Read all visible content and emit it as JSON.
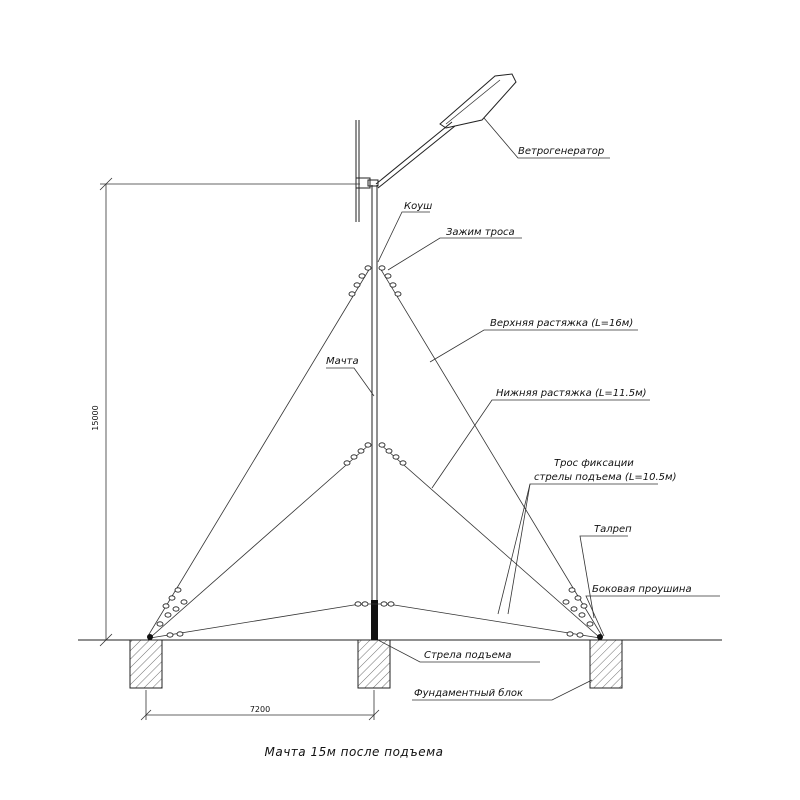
{
  "labels": {
    "wind_generator": "Ветрогенератор",
    "kouch": "Коуш",
    "rope_clamp": "Зажим троса",
    "upper_guy": "Верхняя растяжка (L=16м)",
    "mast": "Мачта",
    "lower_guy": "Нижняя растяжка (L=11.5м)",
    "fix_rope_line1": "Трос фиксации",
    "fix_rope_line2": "стрелы подъема (L=10.5м)",
    "turnbuckle": "Талреп",
    "side_shim": "Боковая проушина",
    "lifting_boom": "Стрела подъема",
    "foundation_block": "Фундаментный блок"
  },
  "dimensions": {
    "height": "15000",
    "width": "7200"
  },
  "caption": "Мачта 15м после подъема",
  "colors": {
    "line": "#222222",
    "background": "#ffffff"
  }
}
